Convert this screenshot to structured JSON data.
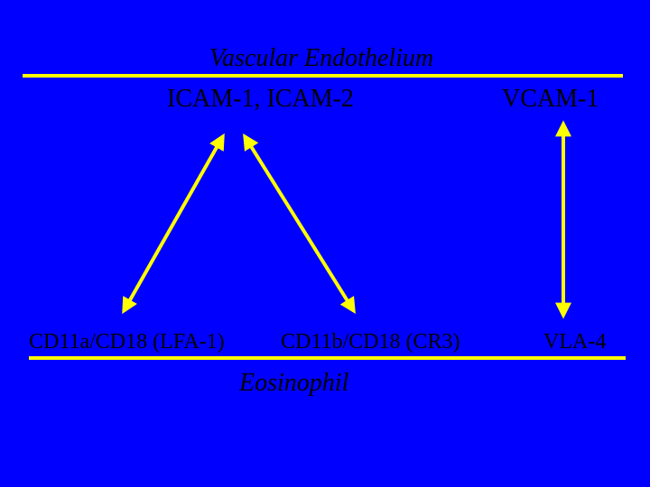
{
  "diagram": {
    "top_label": "Vascular Endothelium",
    "left_ligand": "ICAM-1, ICAM-2",
    "right_ligand": "VCAM-1",
    "receptor_1": "CD11a/CD18 (LFA-1)",
    "receptor_2": "CD11b/CD18 (CR3)",
    "receptor_3": "VLA-4",
    "bottom_label": "Eosinophil"
  },
  "colors": {
    "background": "#0000ff",
    "lines": "#ffff00",
    "text": "#000000"
  }
}
